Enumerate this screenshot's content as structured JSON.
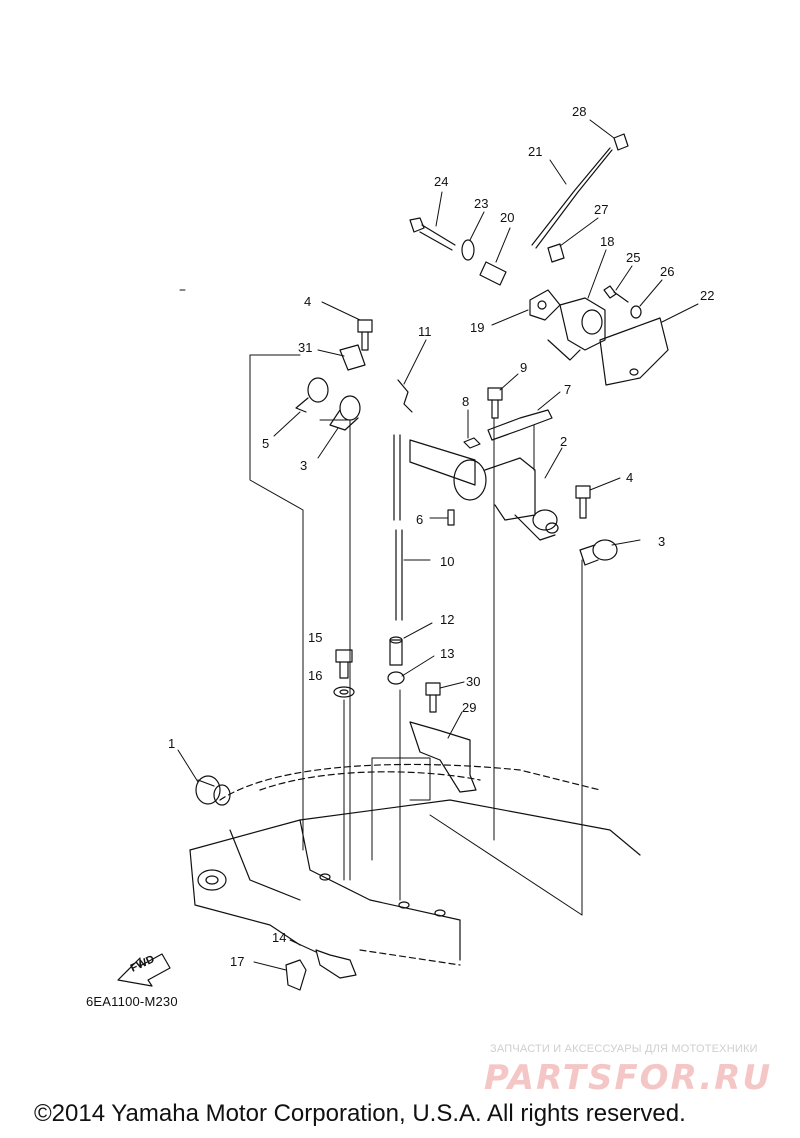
{
  "callouts": {
    "c1": "1",
    "c2": "2",
    "c3a": "3",
    "c3b": "3",
    "c4a": "4",
    "c4b": "4",
    "c5": "5",
    "c6": "6",
    "c7": "7",
    "c8": "8",
    "c9": "9",
    "c10": "10",
    "c11": "11",
    "c12": "12",
    "c13": "13",
    "c14": "14",
    "c15": "15",
    "c16": "16",
    "c17": "17",
    "c18": "18",
    "c19": "19",
    "c20": "20",
    "c21": "21",
    "c22": "22",
    "c23": "23",
    "c24": "24",
    "c25": "25",
    "c26": "26",
    "c27": "27",
    "c28": "28",
    "c29": "29",
    "c30": "30",
    "c31": "31"
  },
  "fwd_label": "FWD",
  "diagram_code": "6EA1100-M230",
  "watermark": {
    "caption": "ЗАПЧАСТИ И АКСЕССУАРЫ ДЛЯ МОТОТЕХНИКИ",
    "logo": "PARTSFOR.RU"
  },
  "copyright": "©2014 Yamaha Motor Corporation, U.S.A. All rights reserved."
}
